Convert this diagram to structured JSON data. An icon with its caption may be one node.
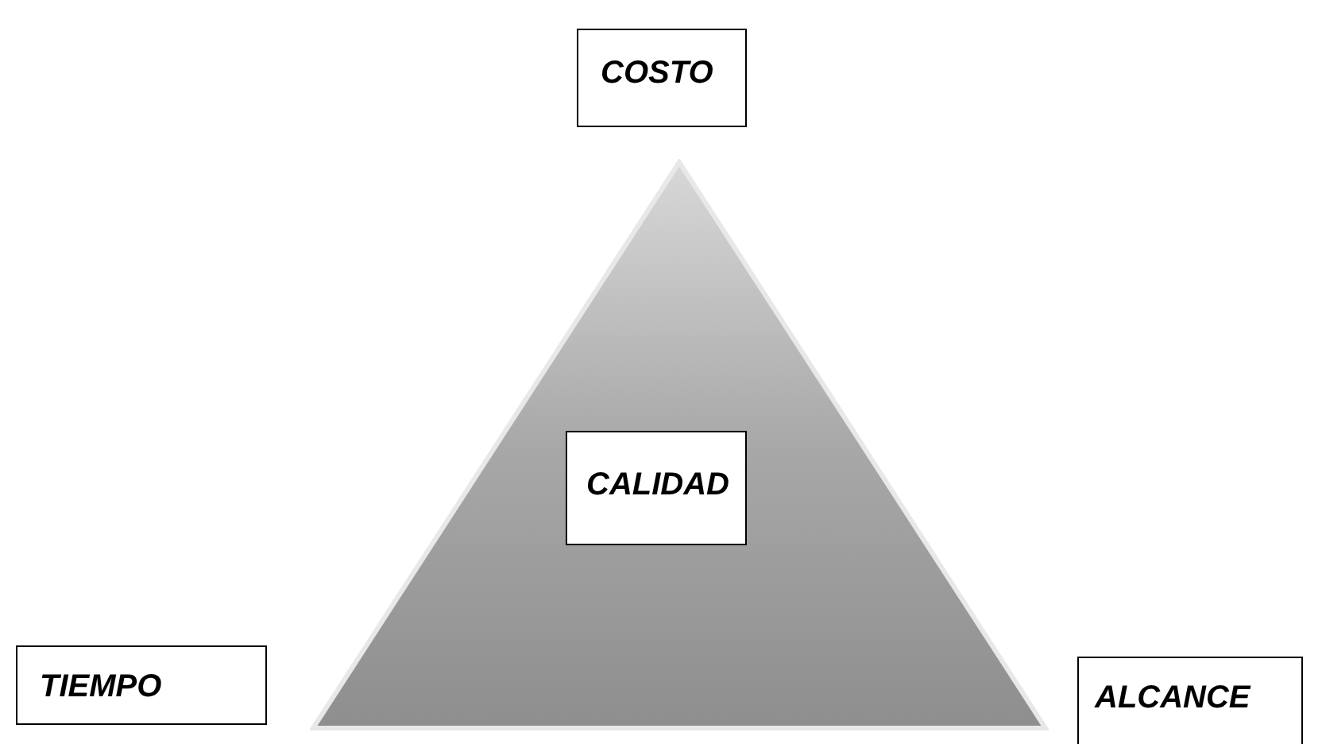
{
  "diagram": {
    "nodes": [
      {
        "text": [
          "COSTO"
        ]
      },
      {
        "text": [],
        "shape": "triangle"
      },
      {
        "text": [
          "CALIDAD"
        ],
        "in": 1
      },
      {
        "text": [
          "TIEMPO"
        ]
      },
      {
        "text": [
          "ALCANCE"
        ]
      }
    ]
  }
}
